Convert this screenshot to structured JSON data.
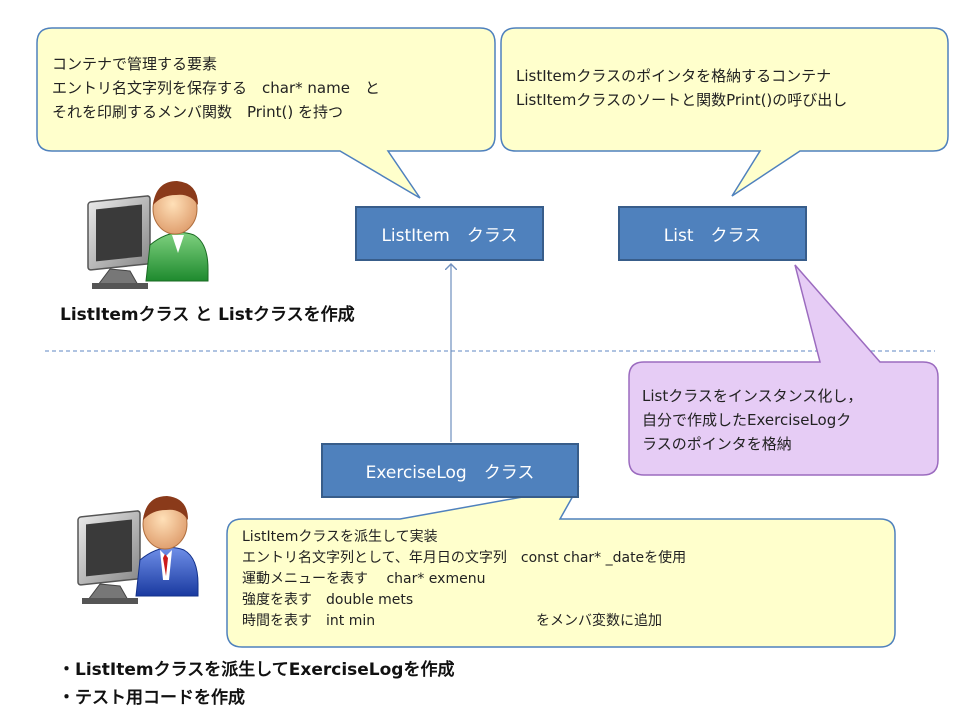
{
  "top_left_bubble": {
    "lines": [
      "コンテナで管理する要素",
      "エントリ名文字列を保存する　char* name　と",
      "それを印刷するメンバ関数　Print() を持つ"
    ]
  },
  "top_right_bubble": {
    "lines": [
      "ListItemクラスのポインタを格納するコンテナ",
      "ListItemクラスのソートと関数Print()の呼び出し"
    ]
  },
  "listitem_box": {
    "label": "ListItem　クラス"
  },
  "list_box": {
    "label": "List　クラス"
  },
  "exerciselog_box": {
    "label": "ExerciseLog　クラス"
  },
  "top_caption": "ListItemクラス と Listクラスを作成",
  "purple_note": {
    "lines": [
      "Listクラスをインスタンス化し，",
      "自分で作成したExerciseLogク",
      "ラスのポインタを格納"
    ]
  },
  "bottom_bubble": {
    "lines": [
      "ListItemクラスを派生して実装",
      "エントリ名文字列として、年月日の文字列　const char* _dateを使用",
      "運動メニューを表す　 char* exmenu",
      "強度を表す　double mets",
      "時間を表す　int min"
    ],
    "suffix": "をメンバ変数に追加"
  },
  "bottom_captions": [
    "・ListItemクラスを派生してExerciseLogを作成",
    "・テスト用コードを作成"
  ],
  "colors": {
    "bubble_fill": "#ffffcc",
    "bubble_stroke": "#4f81bd",
    "class_fill": "#4f81bd",
    "class_stroke": "#385d8a",
    "purple_fill": "#e6ccf5",
    "purple_stroke": "#9b6bbf",
    "divider": "#7f9fcf",
    "arrow": "#6f8fbf"
  },
  "icons": [
    "person-at-computer-green-icon",
    "person-at-computer-blue-icon"
  ]
}
